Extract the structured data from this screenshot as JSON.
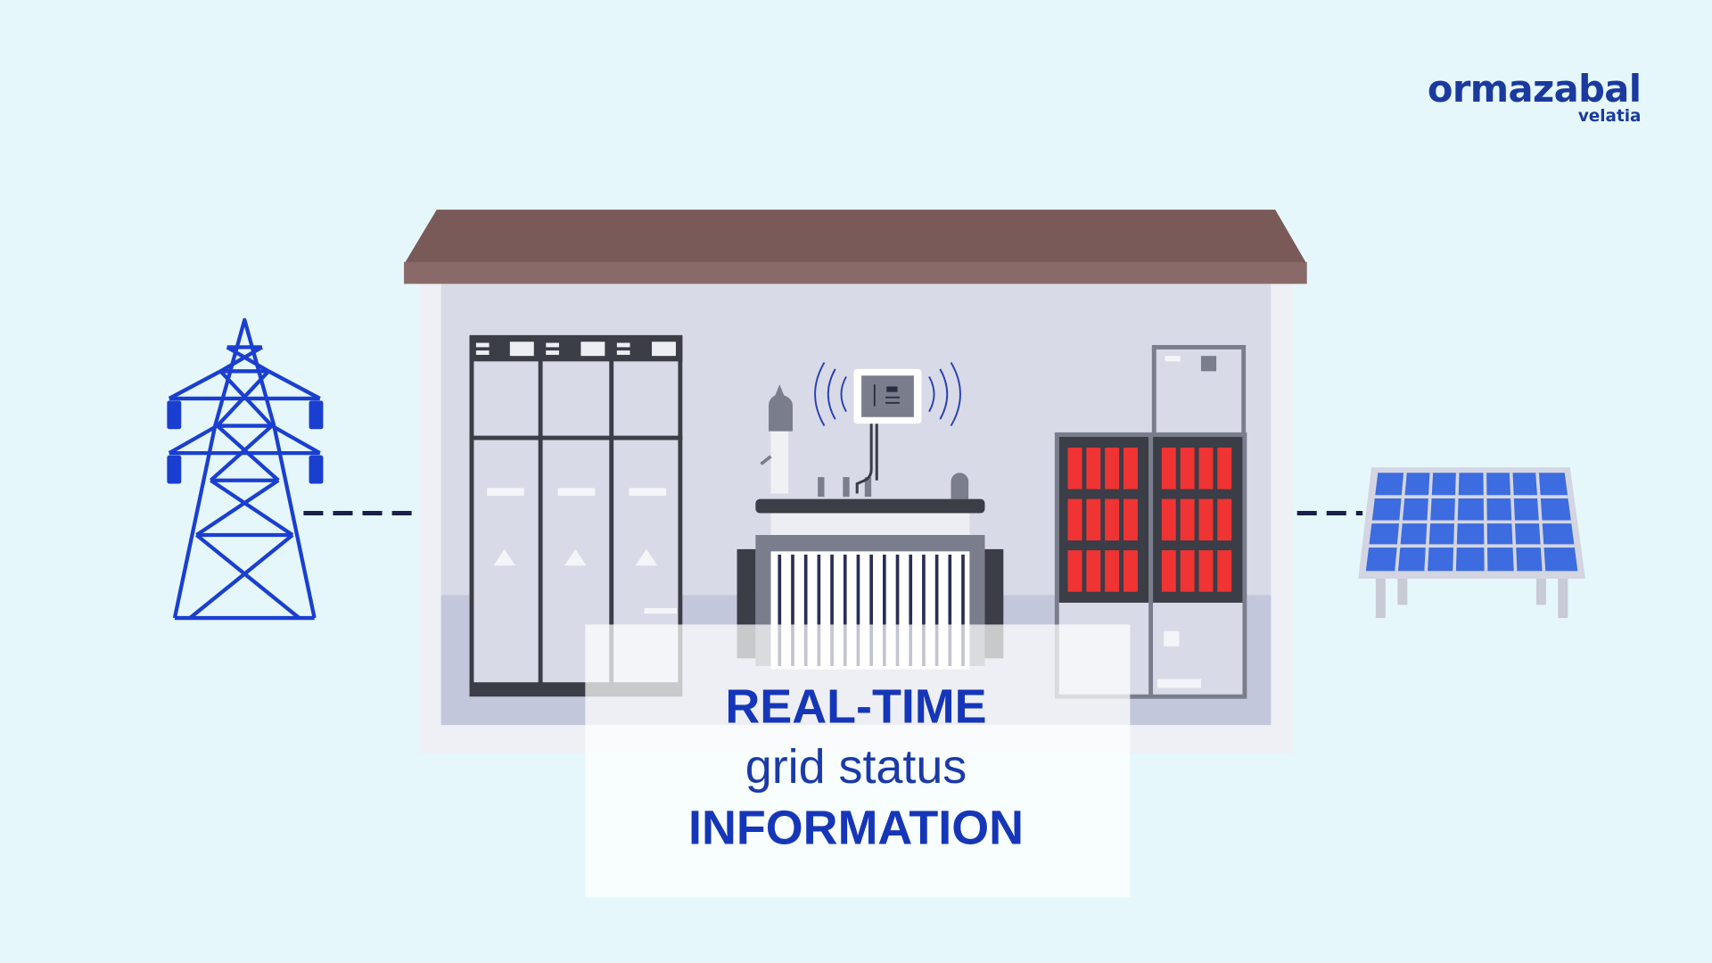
{
  "logo": {
    "brand": "ormazabal",
    "sub": "velatia"
  },
  "headline": {
    "line1": "REAL-TIME",
    "line2": "grid status",
    "line3": "INFORMATION"
  },
  "colors": {
    "background": "#e6f7fc",
    "roof": "#7a5a58",
    "accent_blue": "#1536b8",
    "battery_red": "#f03434",
    "solar_blue": "#3d6be0"
  }
}
